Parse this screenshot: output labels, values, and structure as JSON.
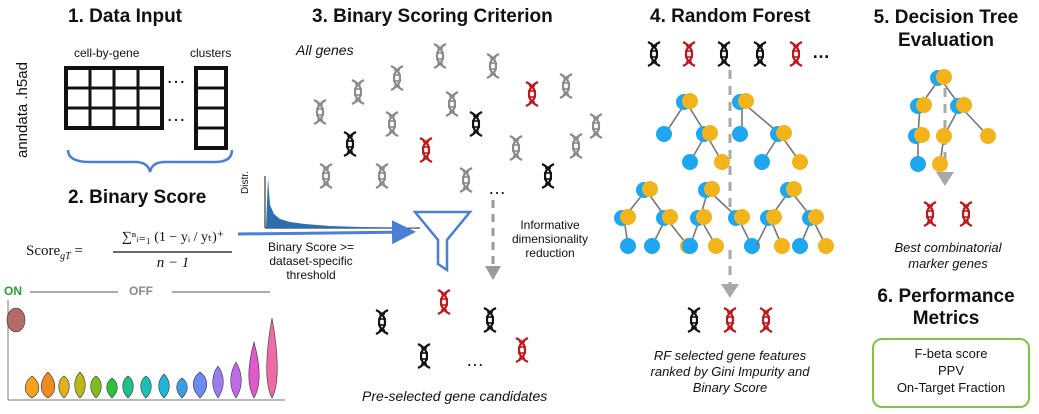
{
  "panels": {
    "data_input": {
      "title": "1. Data Input",
      "side_label": "anndata .h5ad",
      "matrix_label": "cell-by-gene",
      "clusters_label": "clusters",
      "ellipsis": "…"
    },
    "binary_score": {
      "title": "2. Binary Score",
      "formula_lhs": "Score",
      "formula_sub": "gT",
      "formula_numerator": "∑ⁿᵢ₌₁ (1 − yᵢ / yₜ)⁺",
      "formula_denominator": "n − 1",
      "on_label": "ON",
      "off_label": "OFF"
    },
    "binary_scoring_criterion": {
      "title": "3. Binary Scoring Criterion",
      "all_genes": "All genes",
      "distr_label": "Distr.",
      "threshold_text": [
        "Binary Score >=",
        "dataset-specific",
        "threshold"
      ],
      "reduction_text": [
        "Informative",
        "dimensionality",
        "reduction"
      ],
      "candidates": "Pre-selected gene candidates",
      "ellipsis": "…"
    },
    "random_forest": {
      "title": "4. Random Forest",
      "ellipsis": "…",
      "caption": [
        "RF selected gene features",
        "ranked by Gini Impurity and",
        "Binary Score"
      ]
    },
    "decision_tree": {
      "title": [
        "5. Decision Tree",
        "Evaluation"
      ],
      "caption": [
        "Best combinatorial",
        "marker genes"
      ]
    },
    "performance": {
      "title": [
        "6. Performance",
        "Metrics"
      ],
      "metrics": [
        "F-beta score",
        "PPV",
        "On-Target Fraction"
      ]
    }
  },
  "colors": {
    "gene_red": "#c0161c",
    "gene_black": "#111111",
    "gene_gray": "#8a8a8a",
    "node_blue": "#1ea7f0",
    "node_gold": "#f3b41b",
    "arrow_blue": "#4a7fd4",
    "on_green": "#2ca02c",
    "box_green": "#82c341"
  },
  "icons": [
    "dna-icon",
    "funnel-icon",
    "tree-icon"
  ]
}
